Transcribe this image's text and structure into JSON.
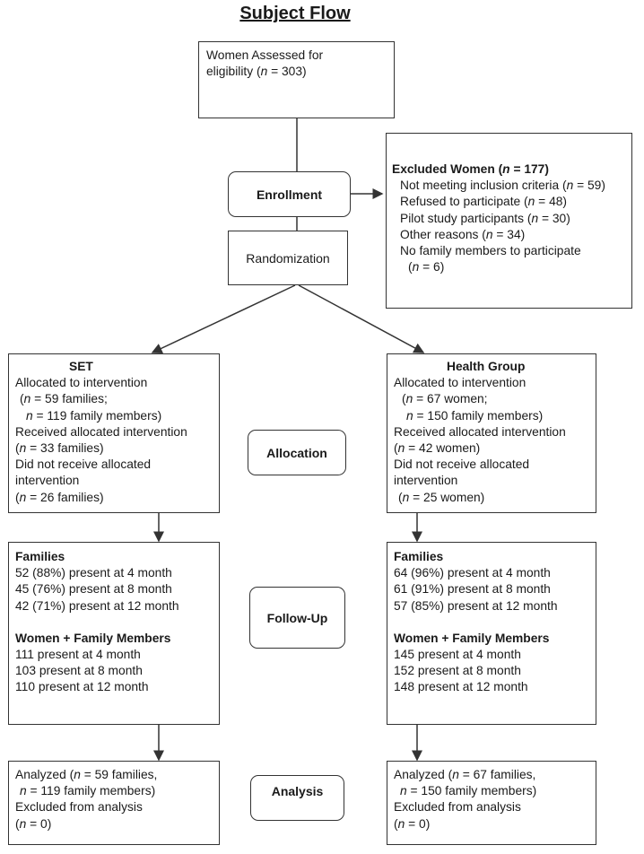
{
  "title": "Subject Flow",
  "assessed": {
    "line1": "Women Assessed for",
    "line2_pre": "eligibility  (",
    "n": "n",
    "line2_post": " = 303)"
  },
  "stages": {
    "enrollment": "Enrollment",
    "randomization": "Randomization",
    "allocation": "Allocation",
    "follow_up": "Follow-Up",
    "analysis": "Analysis"
  },
  "excluded": {
    "heading_pre": "Excluded Women (",
    "heading_n": "n",
    "heading_post": " = 177)",
    "reasons": [
      {
        "pre": "Not meeting inclusion criteria (",
        "post": " = 59)"
      },
      {
        "pre": "Refused to participate  (",
        "post": " = 48)"
      },
      {
        "pre": "Pilot study participants (",
        "post": " = 30)"
      },
      {
        "pre": "Other reasons  (",
        "post": " = 34)"
      },
      {
        "pre": "No family members to participate",
        "post": ""
      }
    ],
    "last_tail": " = 6)"
  },
  "set_alloc": {
    "heading": "SET",
    "l1": "Allocated to intervention",
    "l2": " = 59 families;",
    "l3": " = 119 family members)",
    "l4": "Received allocated intervention",
    "l5": " = 33 families)",
    "l6": "Did not receive allocated",
    "l7": "intervention",
    "l8": " = 26 families)"
  },
  "hg_alloc": {
    "heading": "Health Group",
    "l1": "Allocated to intervention",
    "l2": " = 67 women;",
    "l3": " = 150 family members)",
    "l4": "Received allocated intervention",
    "l5": " = 42 women)",
    "l6": "Did not receive allocated",
    "l7": "intervention",
    "l8": " = 25 women)"
  },
  "set_follow": {
    "families": "Families",
    "f": [
      "52 (88%) present at 4 month",
      "45 (76%) present at 8 month",
      "42 (71%) present at 12 month"
    ],
    "members": "Women + Family Members",
    "m": [
      "111 present at 4 month",
      "103 present at 8 month",
      "110 present at 12 month"
    ]
  },
  "hg_follow": {
    "families": "Families",
    "f": [
      "64 (96%) present at 4 month",
      "61 (91%) present at 8 month",
      "57 (85%) present at 12 month"
    ],
    "members": "Women + Family Members",
    "m": [
      "145 present at 4 month",
      "152 present at 8 month",
      "148 present at 12 month"
    ]
  },
  "set_analysis": {
    "l1_pre": "Analyzed  (",
    "l1_post": " = 59 families,",
    "l2": " = 119 family members)",
    "l3": "Excluded from analysis",
    "l4": " = 0)"
  },
  "hg_analysis": {
    "l1_pre": "Analyzed  (",
    "l1_post": " = 67 families,",
    "l2": " = 150 family members)",
    "l3": "Excluded from analysis",
    "l4": " = 0)"
  },
  "n_symbol": "n",
  "open_paren": "(",
  "colors": {
    "stroke": "#333333",
    "text": "#1a1a1a"
  }
}
